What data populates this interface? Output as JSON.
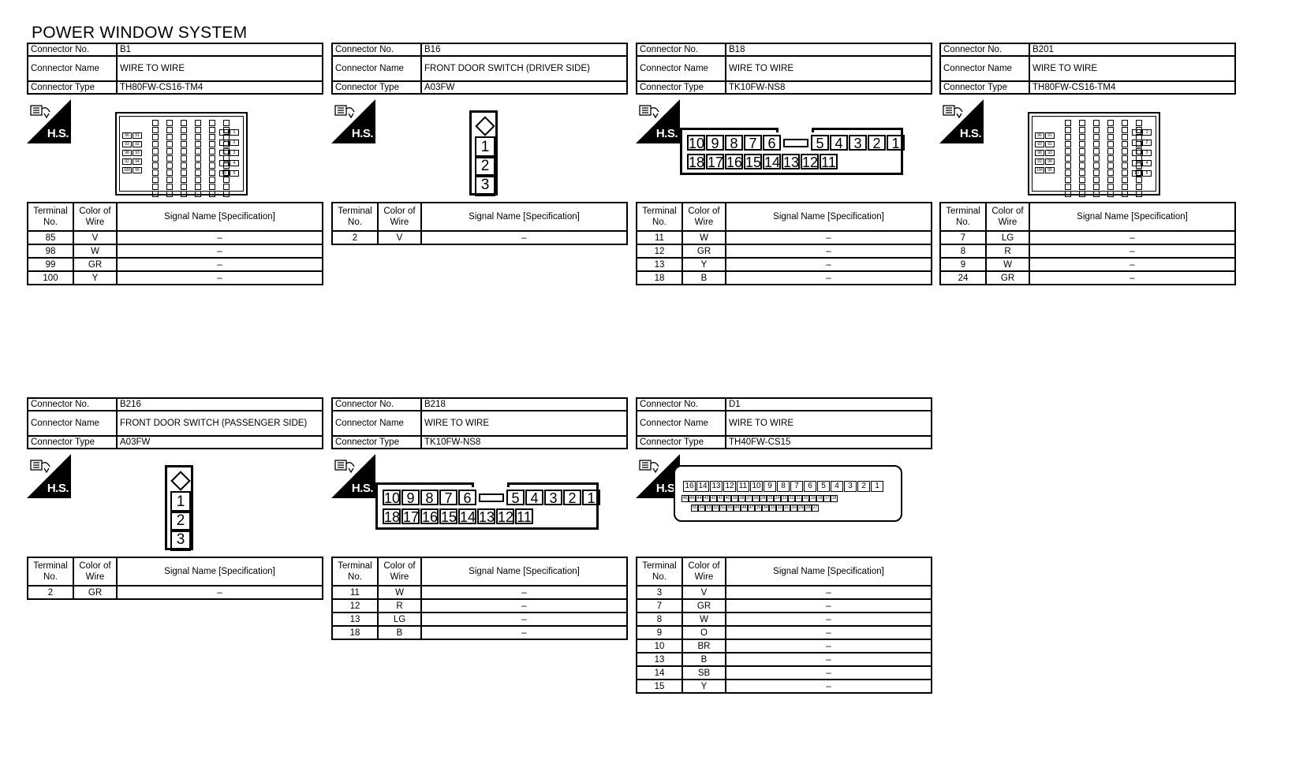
{
  "title": "POWER WINDOW SYSTEM",
  "labels": {
    "connector_no": "Connector No.",
    "connector_name": "Connector Name",
    "connector_type": "Connector Type",
    "hs": "H.S.",
    "terminal_no": "Terminal No.",
    "color_of_wire": "Color of Wire",
    "signal_name": "Signal Name [Specification]"
  },
  "connectors": [
    {
      "no": "B1",
      "name": "WIRE TO WIRE",
      "type": "TH80FW-CS16-TM4",
      "rows": [
        [
          "85",
          "V",
          "–"
        ],
        [
          "98",
          "W",
          "–"
        ],
        [
          "99",
          "GR",
          "–"
        ],
        [
          "100",
          "Y",
          "–"
        ]
      ]
    },
    {
      "no": "B16",
      "name": "FRONT DOOR SWITCH (DRIVER SIDE)",
      "type": "A03FW",
      "rows": [
        [
          "2",
          "V",
          "–"
        ]
      ]
    },
    {
      "no": "B18",
      "name": "WIRE TO WIRE",
      "type": "TK10FW-NS8",
      "rows": [
        [
          "11",
          "W",
          "–"
        ],
        [
          "12",
          "GR",
          "–"
        ],
        [
          "13",
          "Y",
          "–"
        ],
        [
          "18",
          "B",
          "–"
        ]
      ]
    },
    {
      "no": "B201",
      "name": "WIRE TO WIRE",
      "type": "TH80FW-CS16-TM4",
      "rows": [
        [
          "7",
          "LG",
          "–"
        ],
        [
          "8",
          "R",
          "–"
        ],
        [
          "9",
          "W",
          "–"
        ],
        [
          "24",
          "GR",
          "–"
        ]
      ]
    },
    {
      "no": "B216",
      "name": "FRONT DOOR SWITCH (PASSENGER SIDE)",
      "type": "A03FW",
      "rows": [
        [
          "2",
          "GR",
          "–"
        ]
      ]
    },
    {
      "no": "B218",
      "name": "WIRE TO WIRE",
      "type": "TK10FW-NS8",
      "rows": [
        [
          "11",
          "W",
          "–"
        ],
        [
          "12",
          "R",
          "–"
        ],
        [
          "13",
          "LG",
          "–"
        ],
        [
          "18",
          "B",
          "–"
        ]
      ]
    },
    {
      "no": "D1",
      "name": "WIRE TO WIRE",
      "type": "TH40FW-CS15",
      "rows": [
        [
          "3",
          "V",
          "–"
        ],
        [
          "7",
          "GR",
          "–"
        ],
        [
          "8",
          "W",
          "–"
        ],
        [
          "9",
          "O",
          "–"
        ],
        [
          "10",
          "BR",
          "–"
        ],
        [
          "13",
          "B",
          "–"
        ],
        [
          "14",
          "SB",
          "–"
        ],
        [
          "15",
          "Y",
          "–"
        ]
      ]
    }
  ],
  "pins": {
    "a03fw": [
      "1",
      "2",
      "3"
    ],
    "tk_top": [
      "10",
      "9",
      "8",
      "7",
      "6",
      "5",
      "4",
      "3",
      "2",
      "1"
    ],
    "tk_bottom": [
      "18",
      "17",
      "16",
      "15",
      "14",
      "13",
      "12",
      "11"
    ],
    "d1_top": [
      "16",
      "14",
      "13",
      "12",
      "11",
      "10",
      "9",
      "8",
      "7",
      "6",
      "5",
      "4",
      "3",
      "2",
      "1"
    ],
    "d1_mid": [
      "46",
      "45",
      "44",
      "43",
      "42",
      "41",
      "40",
      "39",
      "38",
      "37",
      "36",
      "28",
      "25",
      "24",
      "23",
      "22",
      "21",
      "20",
      "19",
      "18",
      "17",
      "18"
    ],
    "d1_bot": [
      "55",
      "54",
      "53",
      "52",
      "51",
      "50",
      "49",
      "48",
      "47",
      "35",
      "34",
      "33",
      "32",
      "31",
      "30",
      "29",
      "28",
      "27"
    ],
    "th80_left": [
      "96",
      "91",
      "93",
      "92",
      "98",
      "93",
      "92",
      "94",
      "100",
      "95"
    ],
    "th80_right": [
      "8",
      "1",
      "7",
      "2",
      "6",
      "3",
      "9",
      "4",
      "10",
      "5"
    ]
  }
}
